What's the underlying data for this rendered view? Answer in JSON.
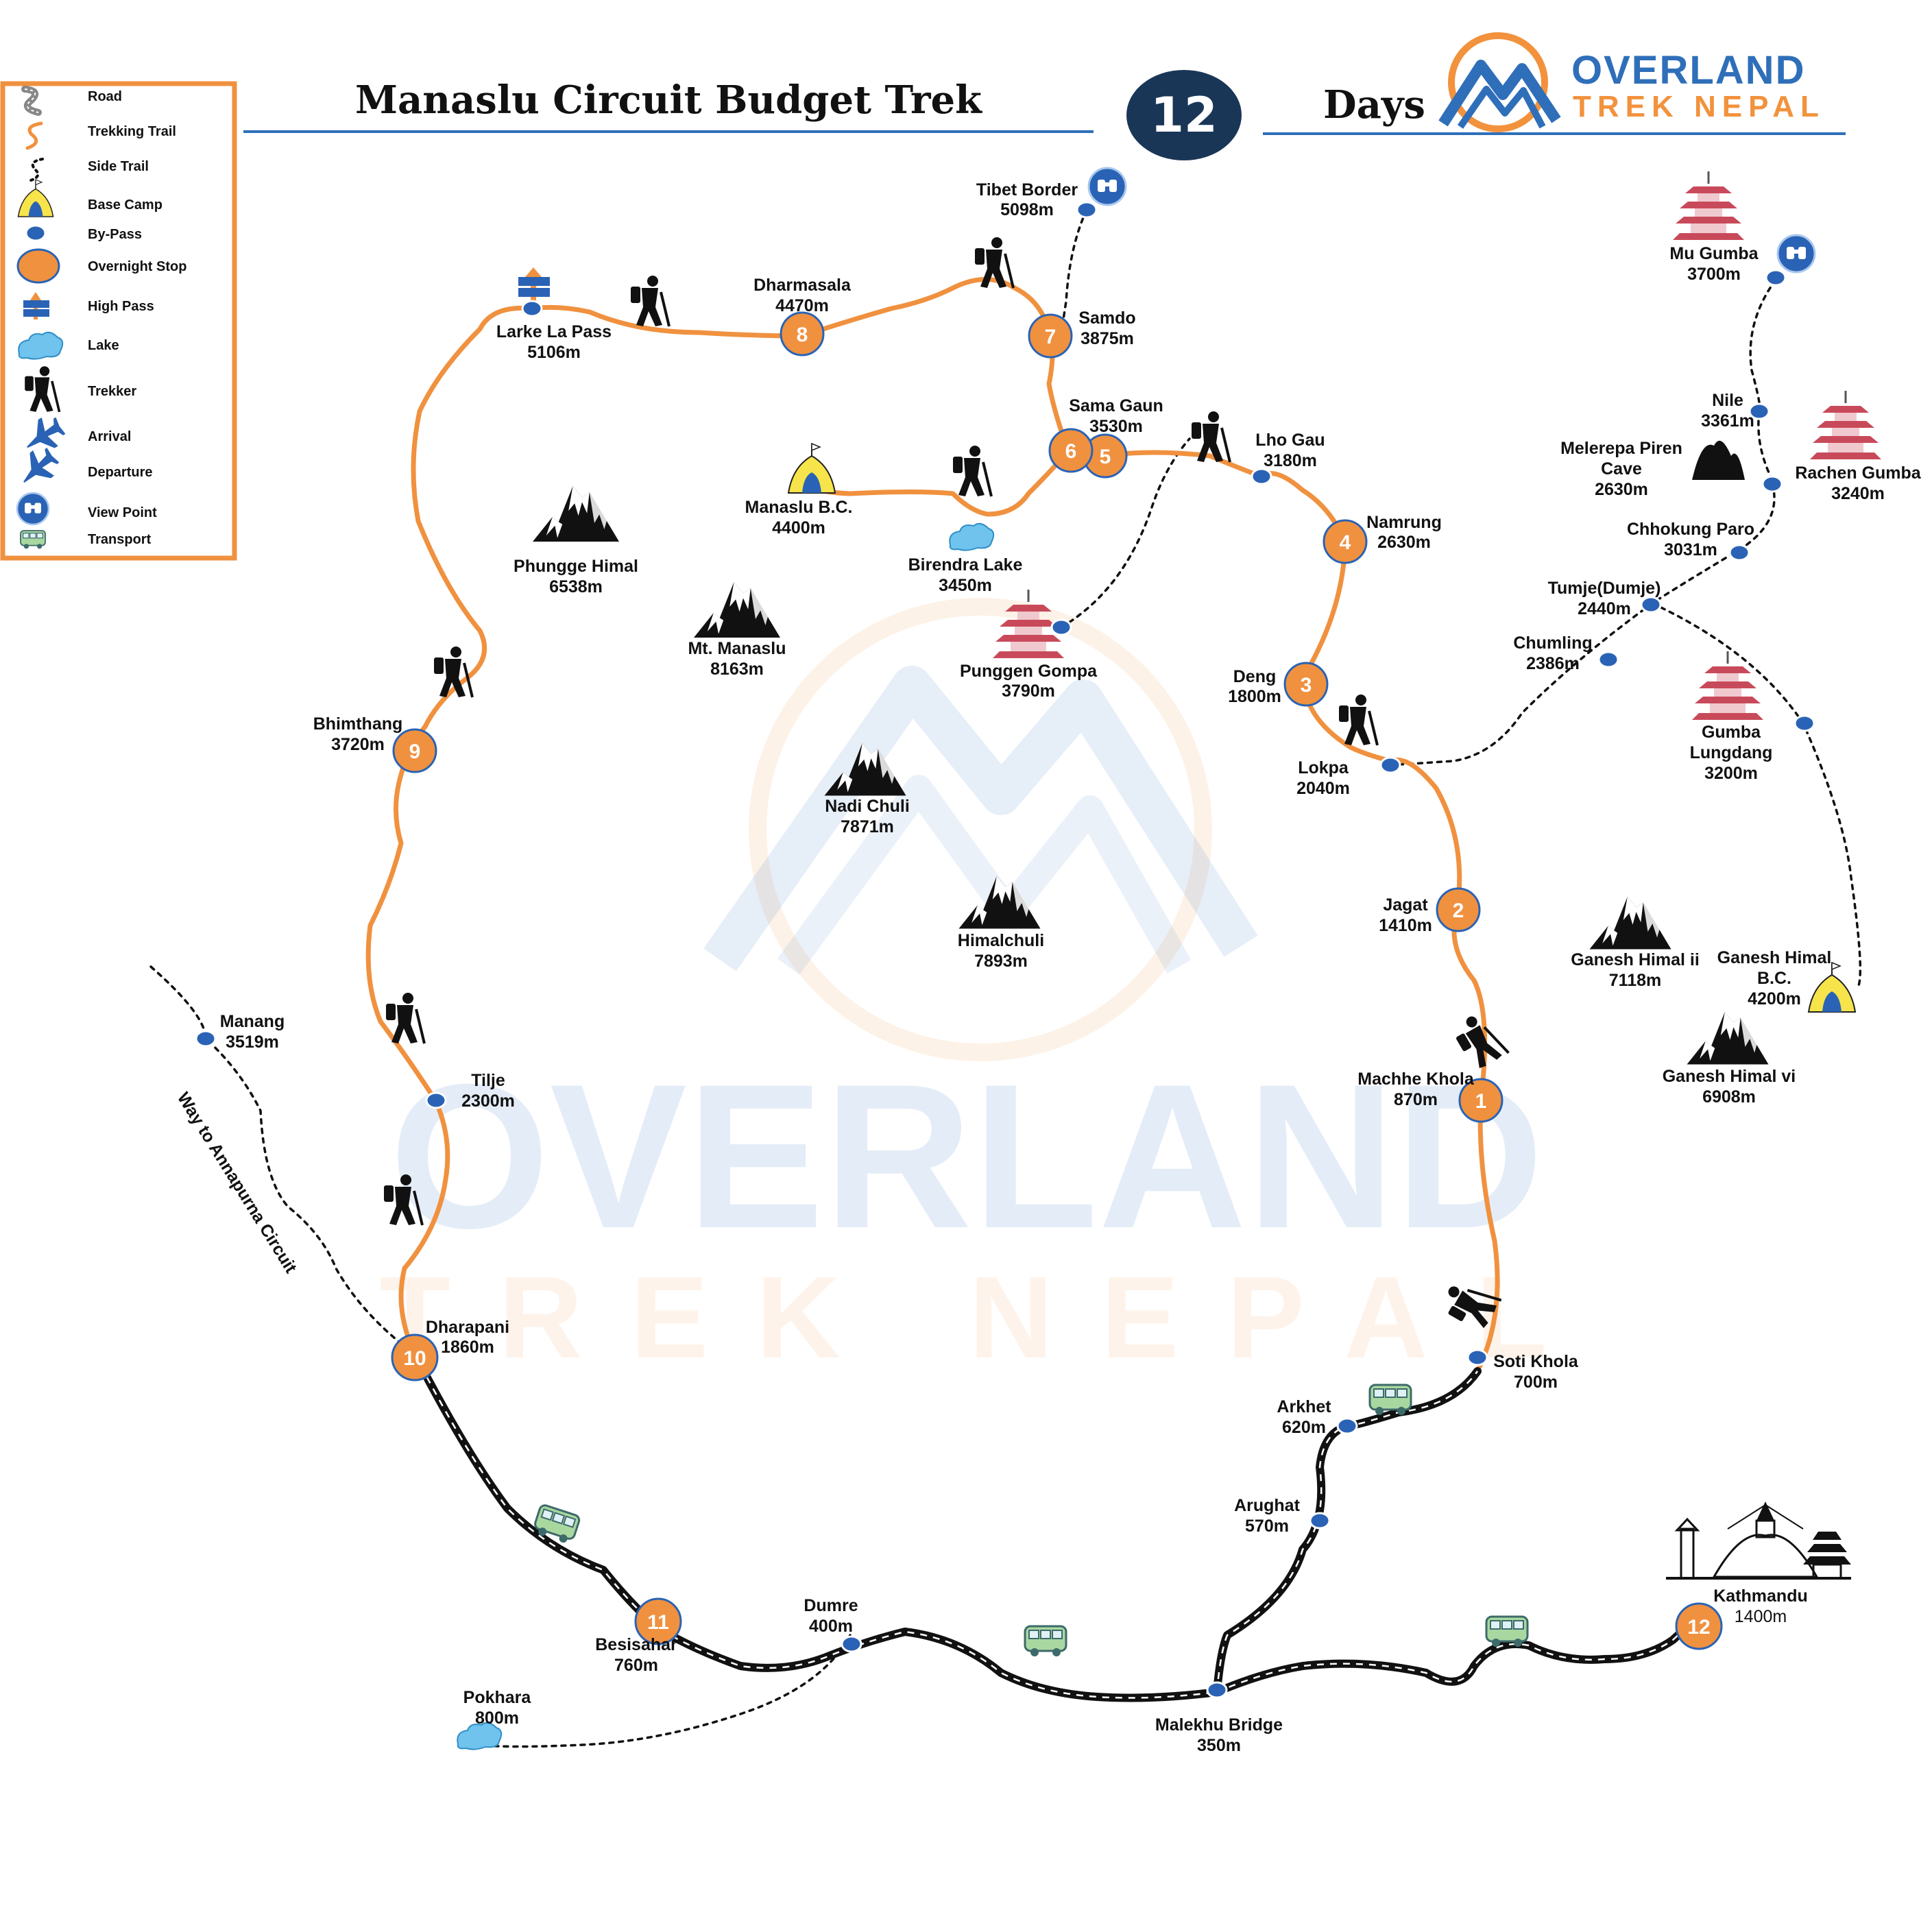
{
  "header": {
    "title": "Manaslu Circuit Budget Trek",
    "days_number": "12",
    "days_label": "Days",
    "brand_top": "OVERLAND",
    "brand_bottom": "TREK NEPAL"
  },
  "watermark": {
    "top": "OVERLAND",
    "bottom": "TREK NEPAL"
  },
  "legend": {
    "items": [
      {
        "icon": "road-icon",
        "label": "Road"
      },
      {
        "icon": "trekking-trail-icon",
        "label": "Trekking Trail"
      },
      {
        "icon": "side-trail-icon",
        "label": "Side Trail"
      },
      {
        "icon": "base-camp-icon",
        "label": "Base  Camp"
      },
      {
        "icon": "by-pass-icon",
        "label": "By-Pass"
      },
      {
        "icon": "overnight-stop-icon",
        "label": "Overnight Stop"
      },
      {
        "icon": "high-pass-icon",
        "label": "High Pass"
      },
      {
        "icon": "lake-icon",
        "label": "Lake"
      },
      {
        "icon": "trekker-icon",
        "label": "Trekker"
      },
      {
        "icon": "arrival-icon",
        "label": "Arrival"
      },
      {
        "icon": "departure-icon",
        "label": "Departure"
      },
      {
        "icon": "view-point-icon",
        "label": "View Point"
      },
      {
        "icon": "transport-icon",
        "label": "Transport"
      }
    ]
  },
  "stops": {
    "s1": {
      "num": "1",
      "name": "Machhe Khola",
      "alt": "870m"
    },
    "s2": {
      "num": "2",
      "name": "Jagat",
      "alt": "1410m"
    },
    "s3": {
      "num": "3",
      "name": "Deng",
      "alt": "1800m"
    },
    "s4": {
      "num": "4",
      "name": "Namrung",
      "alt": "2630m"
    },
    "s5": {
      "num": "5"
    },
    "s6": {
      "num": "6",
      "name": "Sama Gaun",
      "alt": "3530m"
    },
    "s7": {
      "num": "7",
      "name": "Samdo",
      "alt": "3875m"
    },
    "s8": {
      "num": "8",
      "name": "Dharmasala",
      "alt": "4470m"
    },
    "s9": {
      "num": "9",
      "name": "Bhimthang",
      "alt": "3720m"
    },
    "s10": {
      "num": "10",
      "name": "Dharapani",
      "alt": "1860m"
    },
    "s11": {
      "num": "11",
      "name": "Besisahar",
      "alt": "760m"
    },
    "s12": {
      "num": "12",
      "name": "Kathmandu",
      "alt": "1400m"
    }
  },
  "places": {
    "larke": {
      "name": "Larke La Pass",
      "alt": "5106m"
    },
    "tibet": {
      "name": "Tibet Border",
      "alt": "5098m"
    },
    "lhogau": {
      "name": "Lho Gau",
      "alt": "3180m"
    },
    "manaslubc": {
      "name": "Manaslu B.C.",
      "alt": "4400m"
    },
    "birendra": {
      "name": "Birendra Lake",
      "alt": "3450m"
    },
    "punggen": {
      "name": "Punggen Gompa",
      "alt": "3790m"
    },
    "lokpa": {
      "name": "Lokpa",
      "alt": "2040m"
    },
    "sotikhola": {
      "name": "Soti Khola",
      "alt": "700m"
    },
    "arkhet": {
      "name": "Arkhet",
      "alt": "620m"
    },
    "arughat": {
      "name": "Arughat",
      "alt": "570m"
    },
    "malekhu": {
      "name": "Malekhu Bridge",
      "alt": "350m"
    },
    "dumre": {
      "name": "Dumre",
      "alt": "400m"
    },
    "pokhara": {
      "name": "Pokhara",
      "alt": "800m"
    },
    "tilje": {
      "name": "Tilje",
      "alt": "2300m"
    },
    "manang": {
      "name": "Manang",
      "alt": "3519m"
    },
    "mugumba": {
      "name": "Mu Gumba",
      "alt": "3700m"
    },
    "nile": {
      "name": "Nile",
      "alt": "3361m"
    },
    "rachen": {
      "name": "Rachen Gumba",
      "alt": "3240m"
    },
    "chhokung": {
      "name": "Chhokung Paro",
      "alt": "3031m"
    },
    "tumje": {
      "name": "Tumje(Dumje)",
      "alt": "2440m"
    },
    "chumling": {
      "name": "Chumling",
      "alt": "2386m"
    },
    "lungdang1": {
      "name": "Gumba",
      "name2": "Lungdang",
      "alt": "3200m"
    },
    "melerepa": {
      "name": "Melerepa Piren",
      "name2": "Cave",
      "alt": "2630m"
    },
    "ganeshbc": {
      "name": "Ganesh Himal",
      "name2": "B.C.",
      "alt": "4200m"
    }
  },
  "peaks": {
    "phungge": {
      "name": "Phungge Himal",
      "alt": "6538m"
    },
    "manaslu": {
      "name": "Mt. Manaslu",
      "alt": "8163m"
    },
    "nadichuli": {
      "name": "Nadi Chuli",
      "alt": "7871m"
    },
    "himalchuli": {
      "name": "Himalchuli",
      "alt": "7893m"
    },
    "ganesh2": {
      "name": "Ganesh Himal ii",
      "alt": "7118m"
    },
    "ganesh6": {
      "name": "Ganesh Himal vi",
      "alt": "6908m"
    }
  },
  "annotations": {
    "annapurna": "Way to Annapurna Circuit"
  },
  "colors": {
    "trail": "#f0913f",
    "stop_fill": "#f0913f",
    "bypass": "#2a63b5",
    "header_navy": "#1a3657",
    "brand_blue": "#2f6fb9",
    "brand_orange": "#f2923d",
    "legend_border": "#f0913f"
  }
}
